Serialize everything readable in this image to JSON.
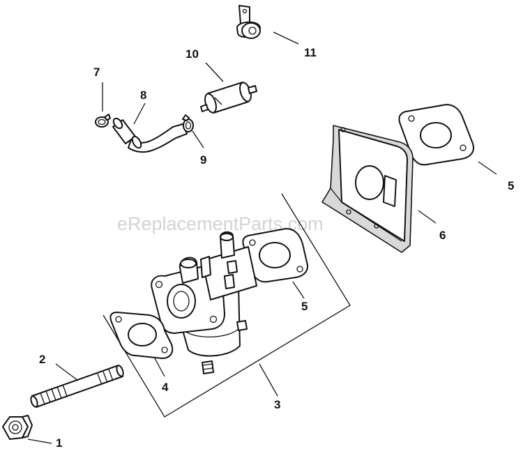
{
  "watermark": "eReplacementParts.com",
  "callouts": {
    "c1": "1",
    "c2": "2",
    "c3": "3",
    "c4": "4",
    "c5a": "5",
    "c5b": "5",
    "c6": "6",
    "c7": "7",
    "c8": "8",
    "c9": "9",
    "c10": "10",
    "c11": "11"
  }
}
